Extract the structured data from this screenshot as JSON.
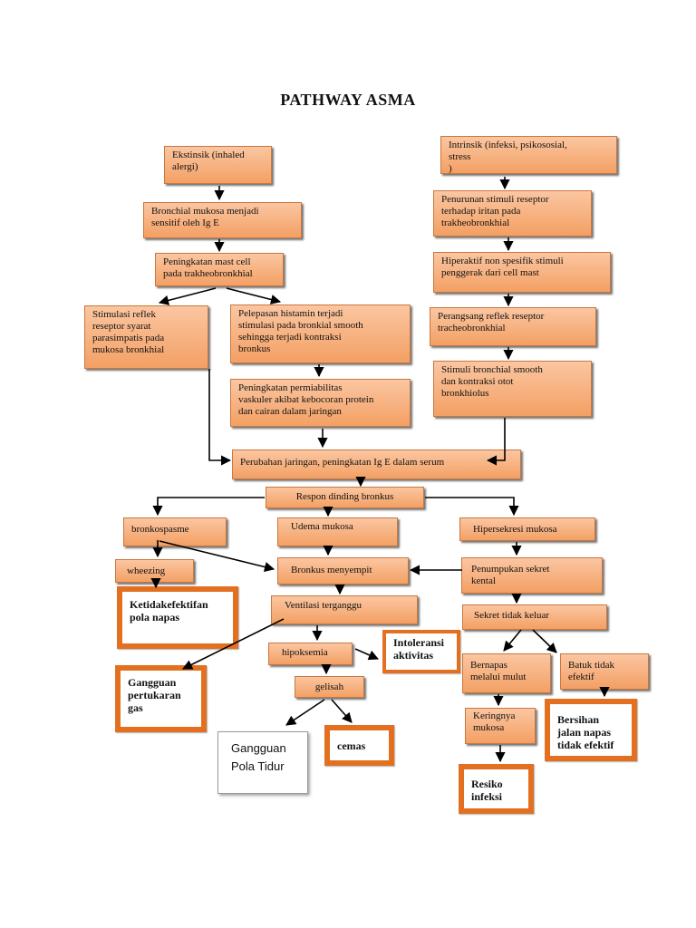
{
  "title": "PATHWAY ASMA",
  "boxes": {
    "ekstrinsik": "Ekstinsik (inhaled\nalergi)",
    "bronchial_mukosa": "Bronchial mukosa menjadi\nsensitif oleh Ig E",
    "mast_cell": "Peningkatan mast cell\npada trakheobronkhial",
    "stimulasi_reflek": "Stimulasi reflek\nreseptor syarat\nparasimpatis pada\nmukosa bronkhial",
    "pelepasan_histamin": "Pelepasan histamin terjadi\nstimulasi pada bronkial smooth\nsehingga terjadi kontraksi\nbronkus",
    "permiabilitas": "Peningkatan permiabilitas\nvaskuler akibat kebocoran protein\ndan cairan dalam jaringan",
    "intrinsik": "Intrinsik (infeksi, psikososial,\nstress\n)",
    "penurunan_stimuli": "Penurunan stimuli reseptor\nterhadap iritan pada\ntrakheobronkhial",
    "hiperaktif": "Hiperaktif non spesifik stimuli\npenggerak dari cell mast",
    "perangsang": "Perangsang reflek reseptor\ntracheobronkhial",
    "stimuli_smooth": "Stimuli bronchial smooth\ndan kontraksi otot\nbronkhiolus",
    "perubahan_jaringan": "Perubahan jaringan, peningkatan Ig E dalam serum",
    "respon_dinding": "Respon dinding bronkus",
    "bronkospasme": "bronkospasme",
    "udema_mukosa": "Udema mukosa",
    "hipersekresi": "Hipersekresi mukosa",
    "wheezing": "wheezing",
    "bronkus_menyempit": "Bronkus menyempit",
    "penumpukan_sekret": "Penumpukan sekret\nkental",
    "ventilasi": "Ventilasi terganggu",
    "sekret_tidak_keluar": "Sekret tidak keluar",
    "hipoksemia": "hipoksemia",
    "bernapas_mulut": "Bernapas\nmelalui mulut",
    "batuk": "Batuk tidak\nefektif",
    "gelisah": "gelisah",
    "keringnya": "Keringnya\nmukosa"
  },
  "diagnoses": {
    "ketidakefektifan": "Ketidakefektifan\npola napas",
    "gangguan_pertukaran": "Gangguan\npertukaran\ngas",
    "intoleransi": "Intoleransi\naktivitas",
    "cemas": "cemas",
    "gangguan_pola_tidur": "Gangguan\nPola Tidur",
    "bersihan": "Bersihan\njalan napas\ntidak efektif",
    "resiko_infeksi": "Resiko\ninfeksi"
  }
}
